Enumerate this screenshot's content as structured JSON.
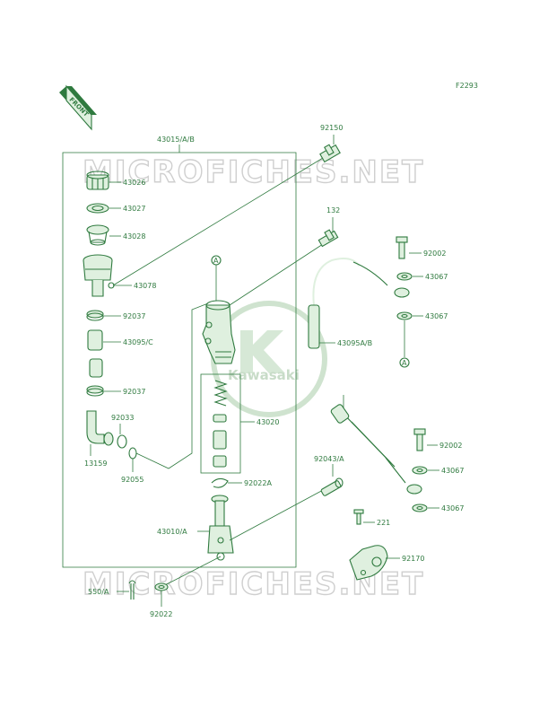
{
  "diagram_code": "F2293",
  "front_arrow_text": "FRONT",
  "watermark_text": "MICROFICHES.NET",
  "brand_logo_text": "Kawasaki",
  "colors": {
    "line": "#2f7a3f",
    "watermark": "#cfcfcf",
    "background": "#ffffff"
  },
  "callouts": {
    "c43015": "43015/A/B",
    "c43026": "43026",
    "c43027": "43027",
    "c43028": "43028",
    "c43078": "43078",
    "c92037a": "92037",
    "c43095c": "43095/C",
    "c92037b": "92037",
    "c92033": "92033",
    "c13159": "13159",
    "c92055": "92055",
    "c43020": "43020",
    "c92022a": "92022A",
    "c43010": "43010/A",
    "c550": "550/A",
    "c92022": "92022",
    "c92150": "92150",
    "c132": "132",
    "c92002a": "92002",
    "c43067a": "43067",
    "c43067b": "43067",
    "c43095ab": "43095A/B",
    "c92043": "92043/A",
    "c92002b": "92002",
    "c43067c": "43067",
    "c43067d": "43067",
    "c221": "221",
    "c92170": "92170",
    "refA1": "A",
    "refA2": "A"
  }
}
